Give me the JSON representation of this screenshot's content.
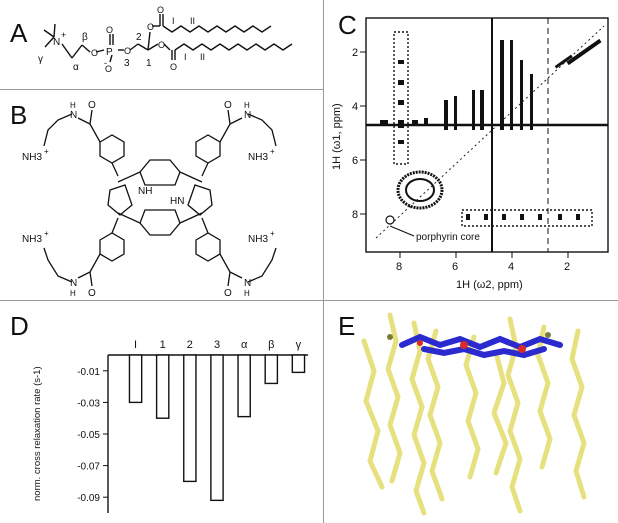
{
  "panels": {
    "a": {
      "letter": "A",
      "labels": [
        "N",
        "+",
        "γ",
        "α",
        "β",
        "P",
        "O",
        "O",
        "O",
        "O",
        "O",
        "O",
        "O",
        "O",
        "-",
        "3",
        "2",
        "1",
        "I",
        "II",
        "I",
        "II"
      ]
    },
    "b": {
      "letter": "B",
      "labels": [
        "NH",
        "HN",
        "NH3",
        "+",
        "NH3",
        "+",
        "NH3",
        "+",
        "NH3",
        "+",
        "O",
        "O",
        "O",
        "O",
        "N",
        "N",
        "N",
        "N",
        "H",
        "H",
        "H",
        "H"
      ]
    },
    "c": {
      "letter": "C",
      "ylabel": "1H (ω1, ppm)",
      "xlabel": "1H (ω2, ppm)",
      "y_ticks": [
        "2",
        "4",
        "6",
        "8"
      ],
      "x_ticks": [
        "8",
        "6",
        "4",
        "2"
      ],
      "annotation": "porphyrin core"
    },
    "d": {
      "letter": "D"
    },
    "e": {
      "letter": "E"
    }
  },
  "chart_data": {
    "type": "bar",
    "categories": [
      "I",
      "1",
      "2",
      "3",
      "α",
      "β",
      "γ"
    ],
    "values": [
      -0.03,
      -0.04,
      -0.08,
      -0.092,
      -0.039,
      -0.018,
      -0.011
    ],
    "ylabel": "norm. cross relaxation rate (s-1)",
    "y_ticks": [
      "-0.01",
      "-0.03",
      "-0.05",
      "-0.07",
      "-0.09"
    ],
    "ylim": [
      -0.1,
      0
    ]
  },
  "colors": {
    "porphyrin": "#2a2acf",
    "lipid": "#e7e07f",
    "oxygen": "#d82a2a",
    "divider": "#9a9a9a"
  }
}
